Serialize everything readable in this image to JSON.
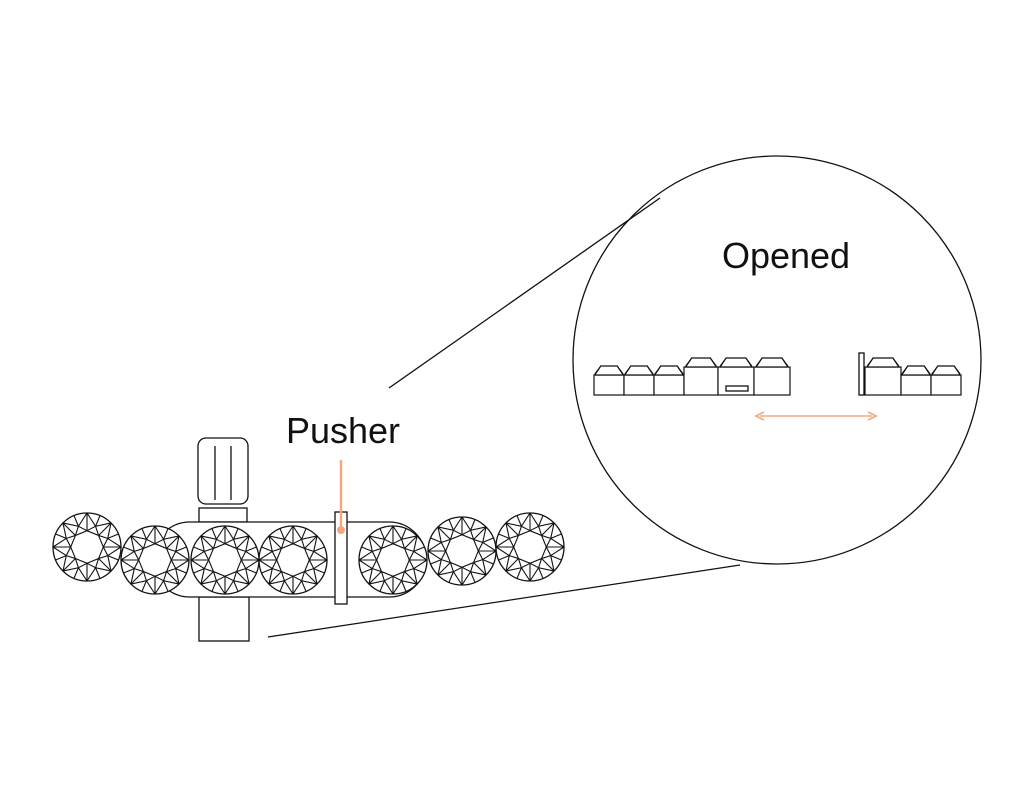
{
  "labels": {
    "pusher": "Pusher",
    "opened": "Opened"
  },
  "colors": {
    "line": "#111111",
    "accent": "#f4a77d",
    "background": "#ffffff"
  },
  "ring": {
    "stone_count": 7,
    "opened_setting_heads": 9
  }
}
